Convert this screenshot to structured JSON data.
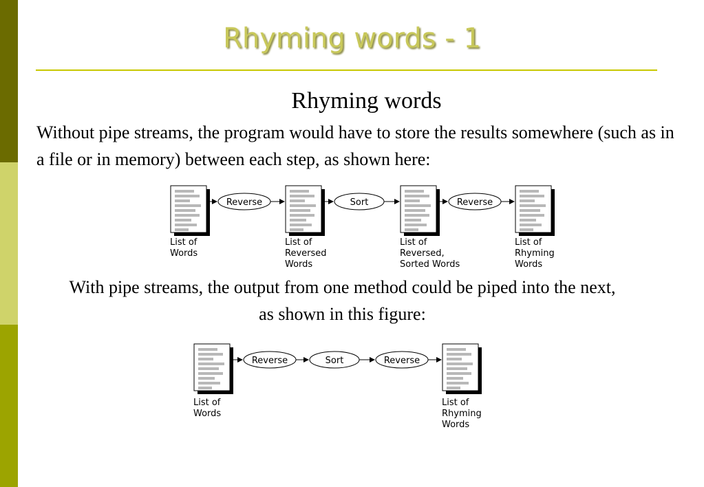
{
  "slide": {
    "title": "Rhyming words - 1",
    "subheading": "Rhyming words",
    "paragraph1": "Without pipe streams, the program would have to store the results somewhere (such as in a file or in memory) between each step, as shown here:",
    "paragraph2": "With pipe streams, the output from one method could be piped into the next, as shown in this figure:"
  },
  "diagram1": {
    "documents": [
      {
        "label_lines": [
          "List of",
          "Words"
        ]
      },
      {
        "label_lines": [
          "List of",
          "Reversed",
          "Words"
        ]
      },
      {
        "label_lines": [
          "List of",
          "Reversed,",
          "Sorted Words"
        ]
      },
      {
        "label_lines": [
          "List of",
          "Rhyming",
          "Words"
        ]
      }
    ],
    "operations": [
      "Reverse",
      "Sort",
      "Reverse"
    ]
  },
  "diagram2": {
    "documents": [
      {
        "label_lines": [
          "List of",
          "Words"
        ]
      },
      {
        "label_lines": [
          "List of",
          "Rhyming",
          "Words"
        ]
      }
    ],
    "operations": [
      "Reverse",
      "Sort",
      "Reverse"
    ]
  }
}
